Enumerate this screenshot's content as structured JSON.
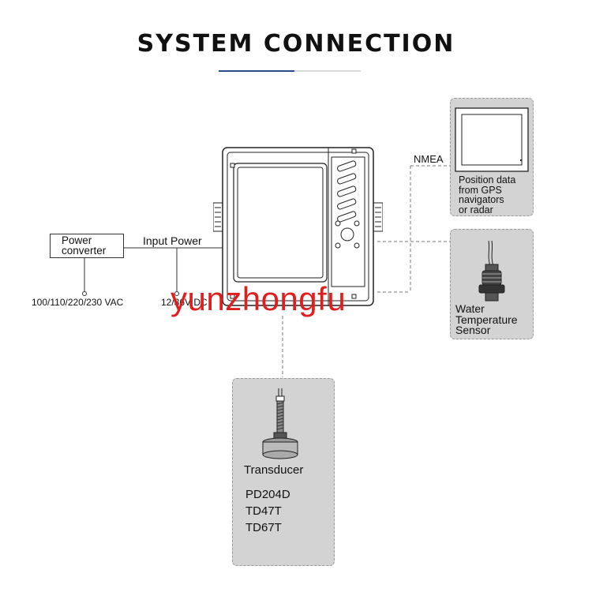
{
  "title": "SYSTEM CONNECTION",
  "colors": {
    "accent_rule": "#2a4d8a",
    "panel_bg": "#d3d3d3",
    "watermark": "#e11d1d"
  },
  "power_converter": {
    "line1": "Power",
    "line2": "converter"
  },
  "input_power_label": "Input Power",
  "ac_label": "100/110/220/230 VAC",
  "dc_label": "12/36V DC",
  "nmea_label": "NMEA",
  "display_panel": {
    "line1": "Position data",
    "line2": "from GPS",
    "line3": "navigators",
    "line4": "or radar"
  },
  "sensor_panel": {
    "line1": "Water",
    "line2": "Temperature",
    "line3": "Sensor"
  },
  "transducer_panel": {
    "title": "Transducer",
    "models": [
      "PD204D",
      "TD47T",
      "TD67T"
    ]
  },
  "watermark": "yunzhongfu"
}
